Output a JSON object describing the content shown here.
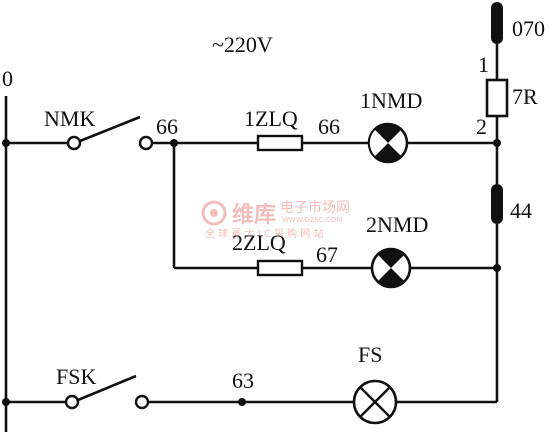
{
  "supply_label": "~220V",
  "terminal_left": "0",
  "terminal_right": "070",
  "labels": {
    "nmk": "NMK",
    "node66_a": "66",
    "fuse1": "1ZLQ",
    "node66_b": "66",
    "lamp1": "1NMD",
    "res_pin1": "1",
    "res_name": "7R",
    "res_pin2": "2",
    "node44": "44",
    "fuse2": "2ZLQ",
    "node67": "67",
    "lamp2": "2NMD",
    "fsk": "FSK",
    "node63": "63",
    "lamp3": "FS"
  },
  "watermark": {
    "brand": "维库",
    "title": "电子市场网",
    "url": "WWW.DZSC.COM",
    "slogan": "全 球 最 大 I C 采 购 网 站"
  },
  "colors": {
    "line": "#111111",
    "watermark": "#f1b8b4",
    "background": "#ffffff"
  }
}
